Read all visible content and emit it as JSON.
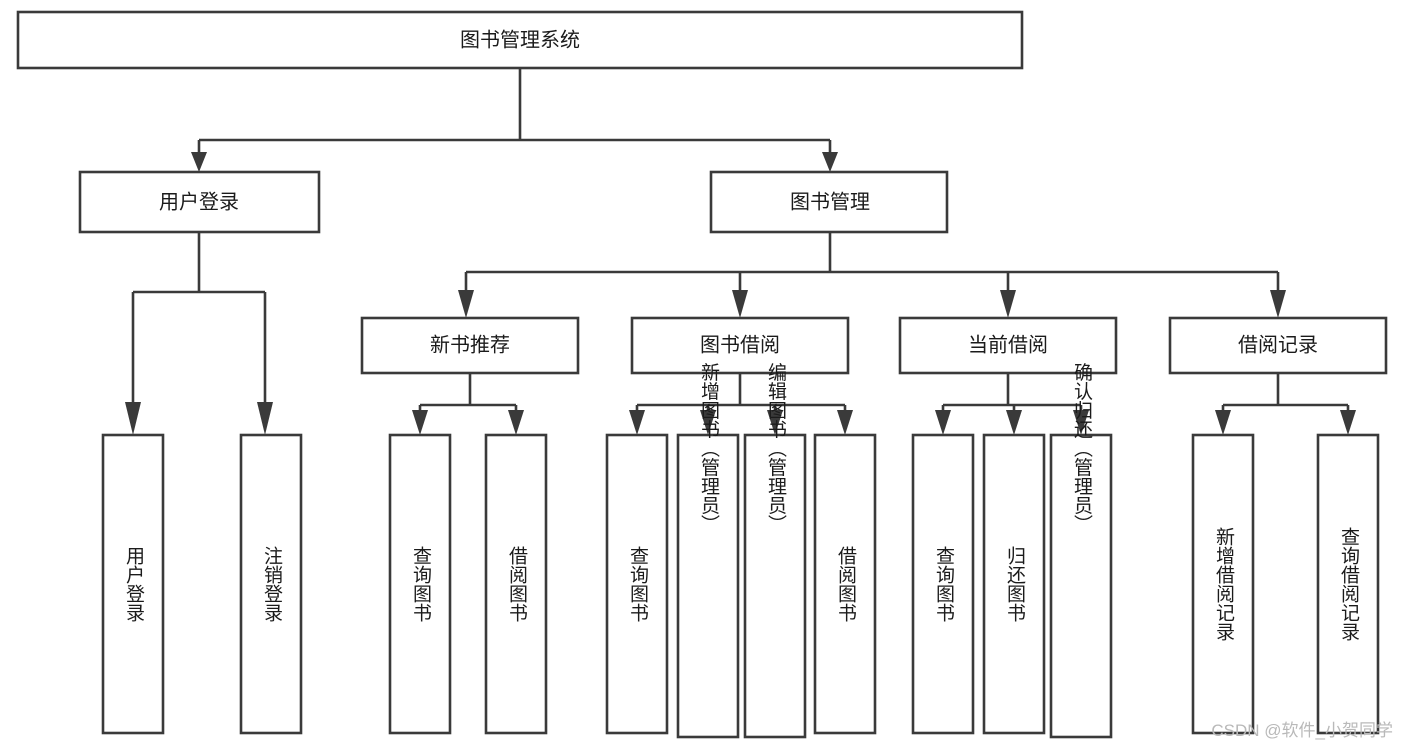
{
  "diagram": {
    "type": "tree-hierarchy-chart",
    "title": "图书管理系统",
    "orientation": "top-down",
    "background_color": "#ffffff",
    "line_color": "#3a3a3a",
    "box_fill": "#ffffff",
    "text_color": "#1b1b1b",
    "levels": 3,
    "nodes": {
      "root": {
        "label": "图书管理系统",
        "text_orientation": "horizontal"
      },
      "level1": [
        {
          "id": "user-login",
          "label": "用户登录",
          "text_orientation": "horizontal"
        },
        {
          "id": "book-manage",
          "label": "图书管理",
          "text_orientation": "horizontal"
        }
      ],
      "level2": [
        {
          "id": "new-book-rec",
          "label": "新书推荐",
          "text_orientation": "horizontal",
          "parent": "book-manage"
        },
        {
          "id": "book-borrow",
          "label": "图书借阅",
          "text_orientation": "horizontal",
          "parent": "book-manage"
        },
        {
          "id": "current-borrow",
          "label": "当前借阅",
          "text_orientation": "horizontal",
          "parent": "book-manage"
        },
        {
          "id": "borrow-record",
          "label": "借阅记录",
          "text_orientation": "horizontal",
          "parent": "book-manage"
        }
      ],
      "leaves": [
        {
          "id": "leaf-user-login",
          "label": "用户登录",
          "text_orientation": "vertical",
          "parent": "user-login"
        },
        {
          "id": "leaf-user-logout",
          "label": "注销登录",
          "text_orientation": "vertical",
          "parent": "user-login"
        },
        {
          "id": "leaf-query-book-1",
          "label": "查询图书",
          "text_orientation": "vertical",
          "parent": "new-book-rec"
        },
        {
          "id": "leaf-borrow-book-1",
          "label": "借阅图书",
          "text_orientation": "vertical",
          "parent": "new-book-rec"
        },
        {
          "id": "leaf-query-book-2",
          "label": "查询图书",
          "text_orientation": "vertical",
          "parent": "book-borrow"
        },
        {
          "id": "leaf-add-book",
          "label": "新增图书（管理员）",
          "text_orientation": "vertical",
          "parent": "book-borrow"
        },
        {
          "id": "leaf-edit-book",
          "label": "编辑图书（管理员）",
          "text_orientation": "vertical",
          "parent": "book-borrow"
        },
        {
          "id": "leaf-borrow-book-2",
          "label": "借阅图书",
          "text_orientation": "vertical",
          "parent": "book-borrow"
        },
        {
          "id": "leaf-query-book-3",
          "label": "查询图书",
          "text_orientation": "vertical",
          "parent": "current-borrow"
        },
        {
          "id": "leaf-return-book",
          "label": "归还图书",
          "text_orientation": "vertical",
          "parent": "current-borrow"
        },
        {
          "id": "leaf-confirm-return",
          "label": "确认归还（管理员）",
          "text_orientation": "vertical",
          "parent": "current-borrow"
        },
        {
          "id": "leaf-add-record",
          "label": "新增借阅记录",
          "text_orientation": "vertical",
          "parent": "borrow-record"
        },
        {
          "id": "leaf-query-record",
          "label": "查询借阅记录",
          "text_orientation": "vertical",
          "parent": "borrow-record"
        }
      ]
    }
  },
  "watermark": {
    "text": "CSDN @软件_小贺同学",
    "color": "#b9b9b9"
  }
}
